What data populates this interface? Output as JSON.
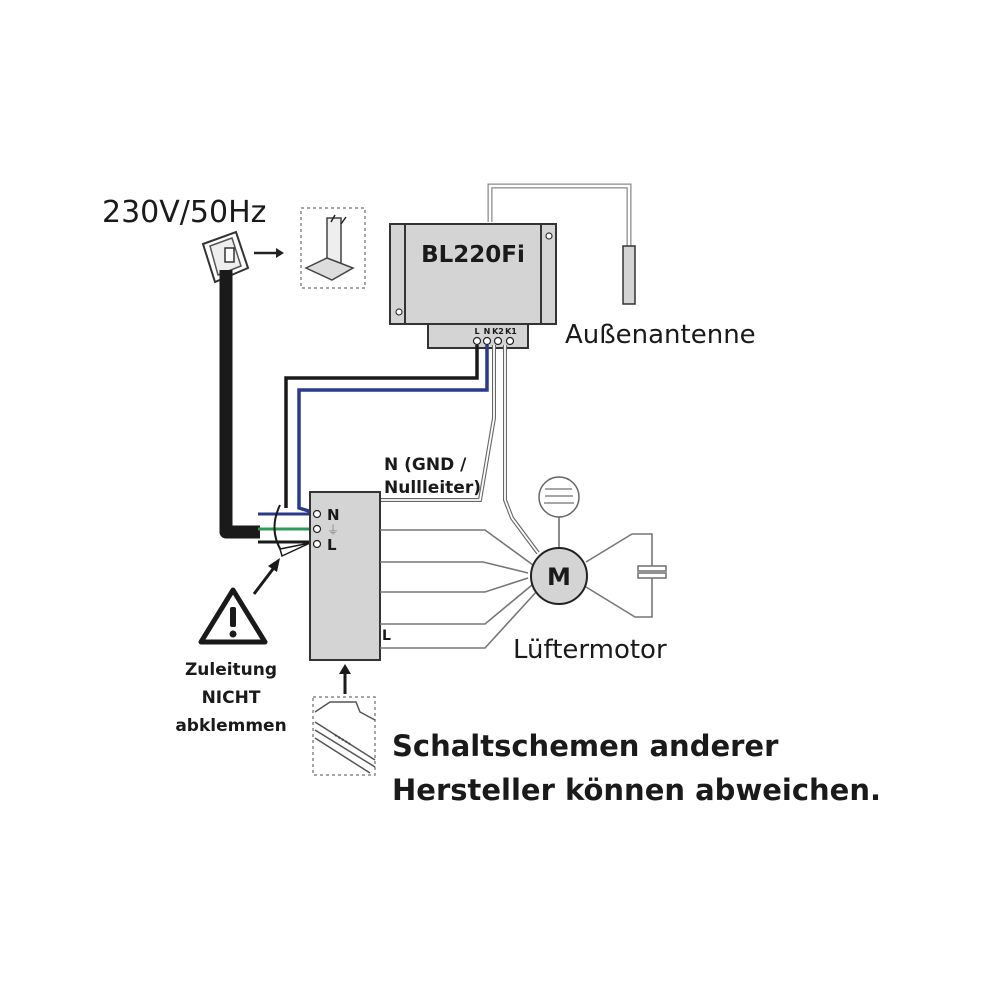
{
  "diagram": {
    "power_supply_label": "230V/50Hz",
    "controller": {
      "model": "BL220Fi",
      "terminals": [
        "L",
        "N",
        "K2",
        "K1"
      ]
    },
    "antenna_label": "Außenantenne",
    "neutral_label_line1": "N (GND /",
    "neutral_label_line2": "Nullleiter)",
    "hood_terminal_block": {
      "terminals": [
        "N",
        "⏚",
        "L"
      ],
      "bottom_label": "L"
    },
    "motor": {
      "symbol": "M",
      "label": "Lüftermotor"
    },
    "warning": {
      "line1": "Zuleitung",
      "line2": "NICHT",
      "line3": "abklemmen"
    },
    "disclaimer": {
      "line1": "Schaltschemen anderer",
      "line2": "Hersteller können abweichen."
    },
    "colors": {
      "wire_black": "#1a1a1a",
      "wire_blue": "#2a3a8c",
      "wire_green": "#2e9a5a",
      "wire_gray": "#6e6e6e",
      "box_fill": "#d4d4d4",
      "box_stroke": "#333333"
    }
  }
}
